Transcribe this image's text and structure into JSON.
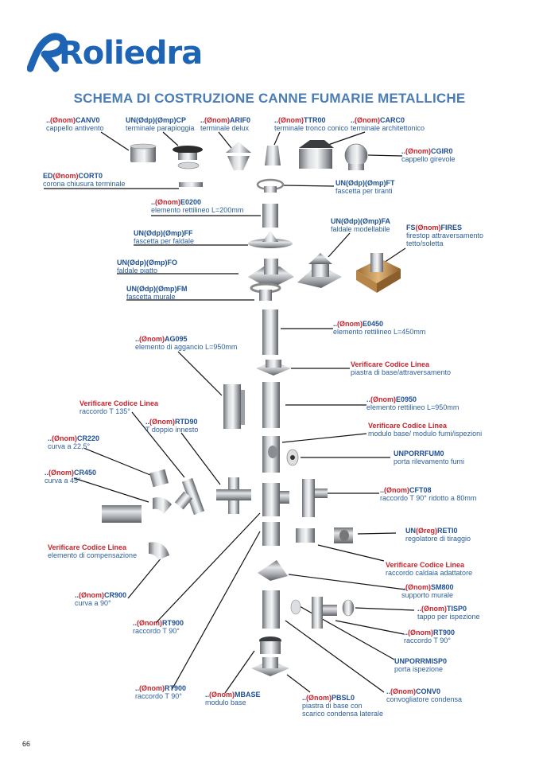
{
  "brand": {
    "name": "Roliedra",
    "color": "#1e64b4"
  },
  "title": "SCHEMA DI COSTRUZIONE CANNE FUMARIE METALLICHE",
  "page_number": "66",
  "labels": [
    {
      "pre": "..",
      "red": "(Ønom)",
      "code": "CANV0",
      "desc": "cappello antivento"
    },
    {
      "pre": "UN(Ødp)(Ømp)",
      "red": "",
      "code": "CP",
      "desc": "terminale parapioggia"
    },
    {
      "pre": "..",
      "red": "(Ønom)",
      "code": "ARIF0",
      "desc": "terminale delux"
    },
    {
      "pre": "..",
      "red": "(Ønom)",
      "code": "TTR00",
      "desc": "terminale tronco conico"
    },
    {
      "pre": "..",
      "red": "(Ønom)",
      "code": "CARC0",
      "desc": "terminale architettonico"
    },
    {
      "pre": "..",
      "red": "(Ønom)",
      "code": "CGIR0",
      "desc": "cappello girevole"
    },
    {
      "pre": "ED",
      "red": "(Ønom)",
      "code": "CORT0",
      "desc": "corona chiusura terminale"
    },
    {
      "pre": "UN(Ødp)(Ømp)",
      "red": "",
      "code": "FT",
      "desc": "fascetta per tiranti"
    },
    {
      "pre": "..",
      "red": "(Ønom)",
      "code": "E0200",
      "desc": "elemento rettilineo L=200mm"
    },
    {
      "pre": "UN(Ødp)(Ømp)",
      "red": "",
      "code": "FA",
      "desc": "faldale modellabile"
    },
    {
      "pre": "FS",
      "red": "(Ønom)",
      "code": "FIRES",
      "desc": "firestop attraversamento",
      "desc2": "tetto/soletta"
    },
    {
      "pre": "UN(Ødp)(Ømp)",
      "red": "",
      "code": "FF",
      "desc": "fascetta per faldale"
    },
    {
      "pre": "UN(Ødp)(Ømp)",
      "red": "",
      "code": "FO",
      "desc": "faldale piatto"
    },
    {
      "pre": "UN(Ødp)(Ømp)",
      "red": "",
      "code": "FM",
      "desc": "fascetta murale"
    },
    {
      "pre": "..",
      "red": "(Ønom)",
      "code": "E0450",
      "desc": "elemento rettilineo L=450mm"
    },
    {
      "pre": "..",
      "red": "(Ønom)",
      "code": "AG095",
      "desc": "elemento di aggancio L=950mm"
    },
    {
      "warn": "Verificare Codice Linea",
      "desc": "piastra di base/attraversamento"
    },
    {
      "pre": "..",
      "red": "(Ønom)",
      "code": "E0950",
      "desc": "elemento rettilineo L=950mm"
    },
    {
      "warn": "Verificare Codice Linea",
      "desc": "raccordo T 135°"
    },
    {
      "pre": "..",
      "red": "(Ønom)",
      "code": "RTD90",
      "desc": "T doppio innesto"
    },
    {
      "warn": "Verificare Codice Linea",
      "desc": "modulo base/ modulo fumi/ispezioni"
    },
    {
      "pre": "..",
      "red": "(Ønom)",
      "code": "CR220",
      "desc": "curva a 22,5°"
    },
    {
      "pre": "",
      "red": "",
      "code": "UNPORRFUM0",
      "desc": "porta rilevamento fumi"
    },
    {
      "pre": "..",
      "red": "(Ønom)",
      "code": "CR450",
      "desc": "curva a 45°"
    },
    {
      "pre": "..",
      "red": "(Ønom)",
      "code": "CFT08",
      "desc": "raccordo T 90° ridotto a 80mm"
    },
    {
      "pre": "UN",
      "red": "(Øreg)",
      "code": "RETI0",
      "desc": "regolatore di tiraggio"
    },
    {
      "warn": "Verificare Codice Linea",
      "desc": "elemento di compensazione"
    },
    {
      "warn": "Verificare Codice Linea",
      "desc": "raccordo caldaia adattatore"
    },
    {
      "pre": "..",
      "red": "(Ønom)",
      "code": "SM800",
      "desc": "supporto murale"
    },
    {
      "pre": "..",
      "red": "(Ønom)",
      "code": "CR900",
      "desc": "curva a 90°"
    },
    {
      "pre": "..",
      "red": "(Ønom)",
      "code": "TISP0",
      "desc": "tappo per ispezione"
    },
    {
      "pre": "..",
      "red": "(Ønom)",
      "code": "RT900",
      "desc": "raccordo T 90°"
    },
    {
      "pre": "..",
      "red": "(Ønom)",
      "code": "RT900",
      "desc": "raccordo T 90°"
    },
    {
      "pre": "",
      "red": "",
      "code": "UNPORRMISP0",
      "desc": "porta ispezione"
    },
    {
      "pre": "..",
      "red": "(Ønom)",
      "code": "CONV0",
      "desc": "convogliatore condensa"
    },
    {
      "pre": "..",
      "red": "(Ønom)",
      "code": "RT900",
      "desc": "raccordo T 90°"
    },
    {
      "pre": "..",
      "red": "(Ønom)",
      "code": "MBASE",
      "desc": "modulo base"
    },
    {
      "pre": "..",
      "red": "(Ønom)",
      "code": "PBSL0",
      "desc": "piastra di base con",
      "desc2": "scarico condensa laterale"
    }
  ]
}
